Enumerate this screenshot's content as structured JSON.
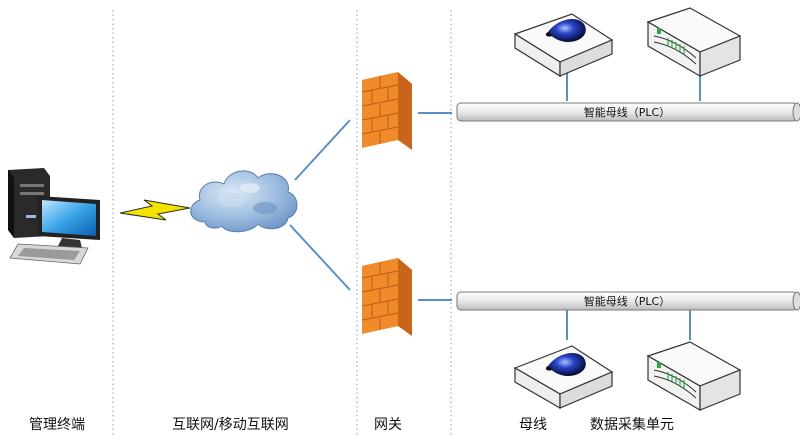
{
  "columns": {
    "terminal": "管理终端",
    "internet": "互联网/移动互联网",
    "gateway": "网关",
    "bus": "母线",
    "collector": "数据采集单元"
  },
  "buses": [
    {
      "label": "智能母线（PLC）"
    },
    {
      "label": "智能母线（PLC）"
    }
  ],
  "colors": {
    "link": "#5b8fc6",
    "firewall": "#f08a2a",
    "cloud": "#7fa7d2",
    "lightning": "#f4e200"
  }
}
